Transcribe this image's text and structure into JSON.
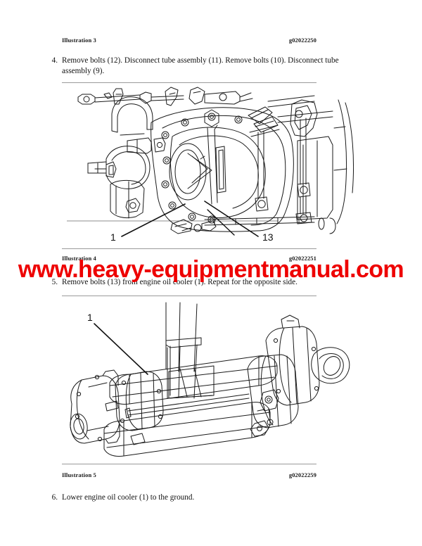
{
  "document": {
    "type": "service-manual-page",
    "page_background": "#ffffff",
    "text_color": "#111111",
    "rule_color": "#9a9a9a"
  },
  "watermark": {
    "text": "www.heavy-equipmentmanual.com",
    "color": "#ee0000"
  },
  "blocks": {
    "illustration3": {
      "label": "Illustration 3",
      "code": "g02022250"
    },
    "illustration4": {
      "label": "Illustration 4",
      "code": "g02022251"
    },
    "illustration5": {
      "label": "Illustration 5",
      "code": "g02022259"
    }
  },
  "steps": {
    "step4": {
      "number": "4.",
      "text": "Remove bolts (12). Disconnect tube assembly (11). Remove bolts (10). Disconnect tube assembly (9)."
    },
    "step5": {
      "number": "5.",
      "text": "Remove bolts (13) from engine oil cooler (1). Repeat for the opposite side."
    },
    "step6": {
      "number": "6.",
      "text": "Lower engine oil cooler (1) to the ground."
    }
  },
  "figures": {
    "engine_assembly": {
      "name": "engine-oil-cooler-mounted-on-engine",
      "callouts": [
        {
          "id": "1",
          "label": "1"
        },
        {
          "id": "13",
          "label": "13"
        }
      ]
    },
    "cooler_lift": {
      "name": "engine-oil-cooler-lifted-with-straps",
      "callouts": [
        {
          "id": "1",
          "label": "1"
        }
      ]
    }
  }
}
